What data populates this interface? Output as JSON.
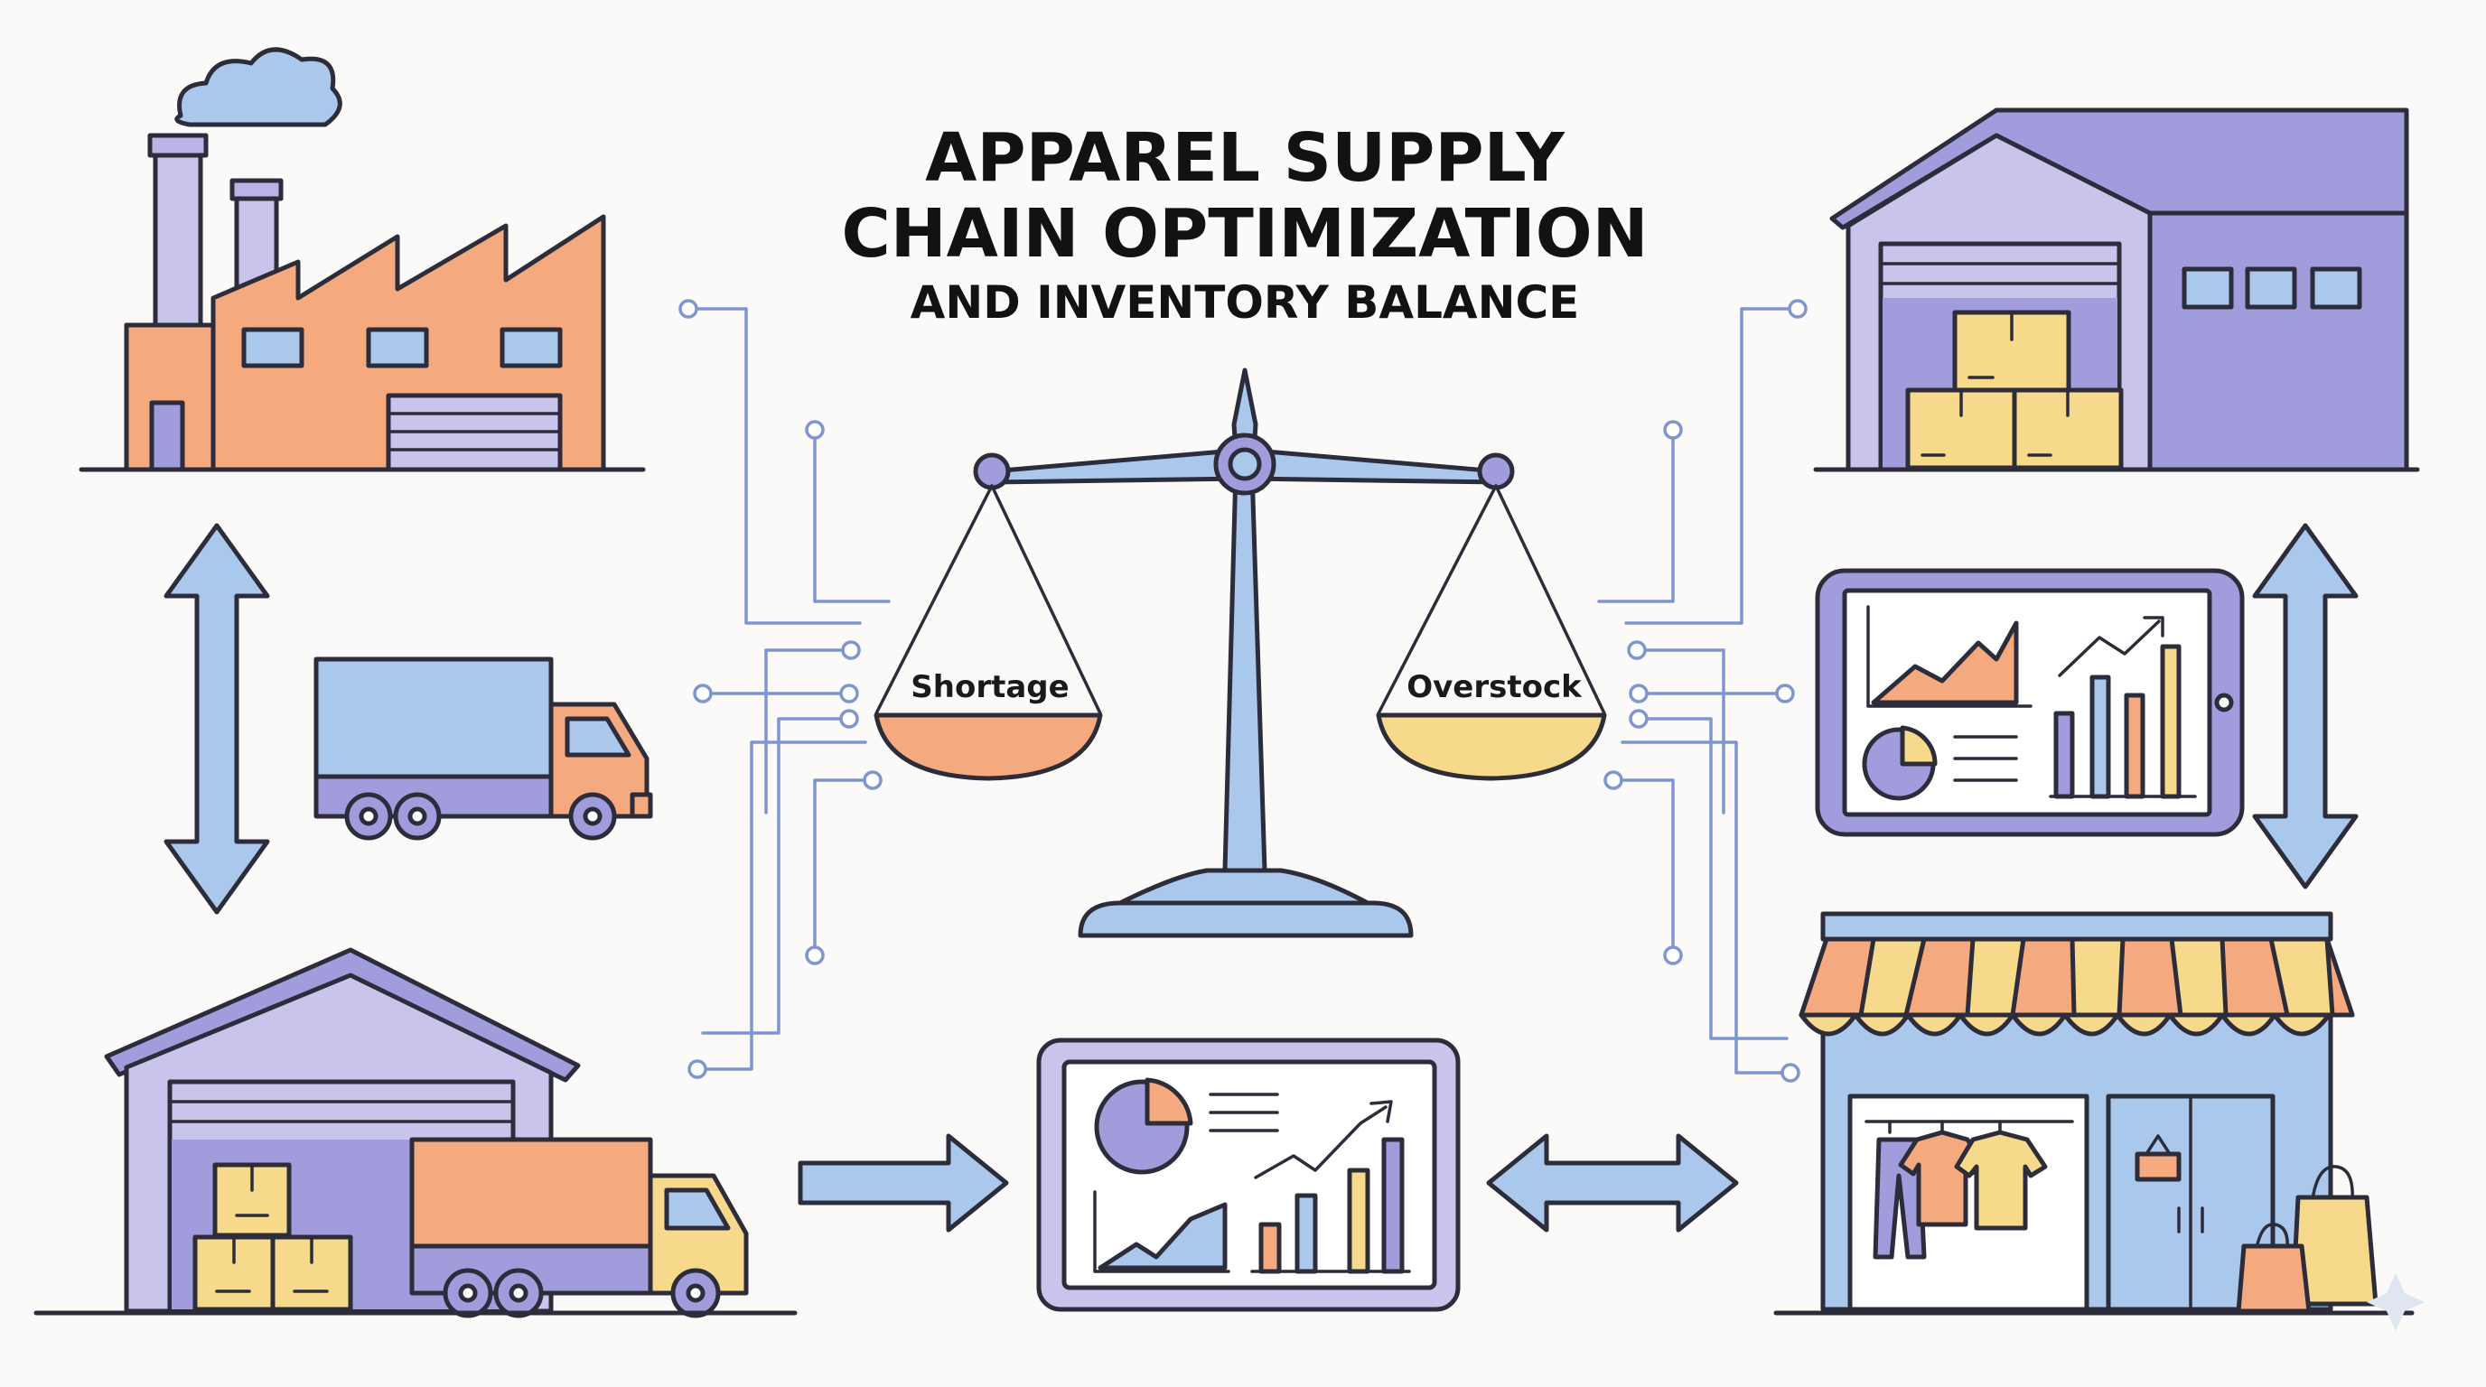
{
  "title": {
    "line1": "APPAREL SUPPLY",
    "line2": "CHAIN OPTIMIZATION",
    "line3": "AND INVENTORY BALANCE"
  },
  "scale": {
    "left_label": "Shortage",
    "right_label": "Overstock"
  },
  "colors": {
    "outline": "#2c2c3a",
    "lavender": "#c9c4ec",
    "purple": "#a19ddc",
    "orange": "#f4a97e",
    "yellow": "#f6d98a",
    "blue": "#aac8ec",
    "wire": "#7f95cf"
  },
  "icons": [
    "factory-icon",
    "truck-icon",
    "warehouse-icon",
    "dashboard-icon",
    "balance-scale-icon",
    "retail-store-icon",
    "shopping-bag-icon",
    "clothing-icon",
    "boxes-icon"
  ]
}
